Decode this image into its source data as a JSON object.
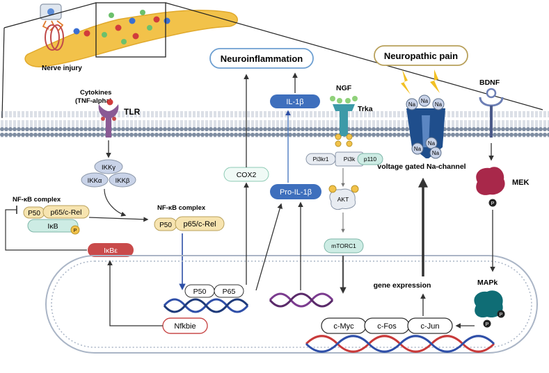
{
  "labels": {
    "nerve_injury": "Nerve injury",
    "cytokines_line1": "Cytokines",
    "cytokines_line2": "(TNF-alpha)",
    "tlr": "TLR",
    "ikk_gamma": "IKKγ",
    "ikk_alpha": "IKKα",
    "ikk_beta": "IKKβ",
    "nfkb_complex_left": "NF-κB complex",
    "nfkb_complex_right": "NF-κB complex",
    "p50": "P50",
    "p65_crel": "p65/c-Rel",
    "ikb": "IκB",
    "phospho": "P",
    "ikbe": "IκBε",
    "neuroinflammation": "Neuroinflammation",
    "neuropathic_pain": "Neuropathic pain",
    "il1b": "IL-1β",
    "pro_il1b": "Pro-IL-1β",
    "cox2": "COX2",
    "ngf": "NGF",
    "trka": "Trka",
    "pi3kr1": "Pi3kr1",
    "pi3k": "Pi3k",
    "p110": "p110",
    "akt": "AKT",
    "mtorc1": "mTORC1",
    "na": "Na",
    "vgsc": "voltage gated Na-channel",
    "bdnf": "BDNF",
    "mek": "MEK",
    "mapk": "MAPk",
    "gene_expression": "gene expression",
    "p50_dna": "P50",
    "p65_dna": "P65",
    "nfkbie": "Nfkbie",
    "cmyc": "c-Myc",
    "cfos": "c-Fos",
    "cjun": "c-Jun"
  },
  "colors": {
    "membrane_head": "#7f8da2",
    "membrane_tail": "#d3d9e2",
    "nucleus_border": "#9aa7ba",
    "tlr_receptor": "#8a5a95",
    "ikk": "#c9d3e8",
    "nfkb_yellow": "#f7e4b0",
    "ikb_teal": "#cdece4",
    "ikbe_red": "#c94a4a",
    "il1b_blue": "#3e6fbd",
    "trka_teal": "#3d9aa8",
    "mek_crimson": "#a8284a",
    "mapk_teal": "#0f6d75",
    "neuropathic_border": "#b8a05a",
    "neuroinflammation_border": "#6d9fd1",
    "dna_blue": "#2f4fa8",
    "dna_purple": "#7b3b8f",
    "dna_red": "#c83a3a"
  }
}
